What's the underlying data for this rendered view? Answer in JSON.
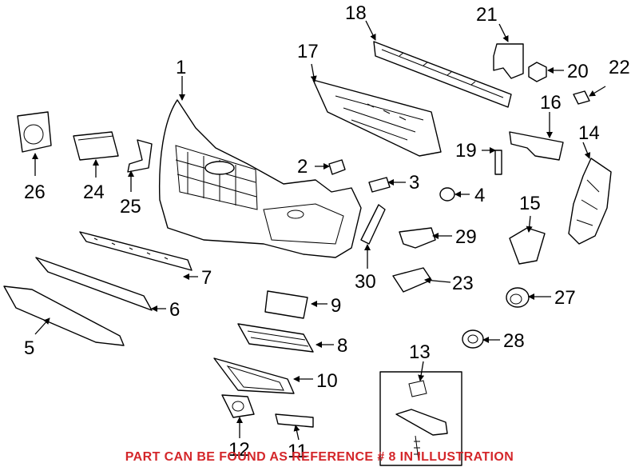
{
  "callouts": {
    "c1": "1",
    "c2": "2",
    "c3": "3",
    "c4": "4",
    "c5": "5",
    "c6": "6",
    "c7": "7",
    "c8": "8",
    "c9": "9",
    "c10": "10",
    "c11": "11",
    "c12": "12",
    "c13": "13",
    "c14": "14",
    "c15": "15",
    "c16": "16",
    "c17": "17",
    "c18": "18",
    "c19": "19",
    "c20": "20",
    "c21": "21",
    "c22": "22",
    "c23": "23",
    "c24": "24",
    "c25": "25",
    "c26": "26",
    "c27": "27",
    "c28": "28",
    "c29": "29",
    "c30": "30"
  },
  "note": "PART CAN BE FOUND AS REFERENCE # 8 IN ILLUSTRATION",
  "colors": {
    "note": "#d4262a",
    "line": "#000000"
  },
  "icons": [
    "arrowhead"
  ]
}
